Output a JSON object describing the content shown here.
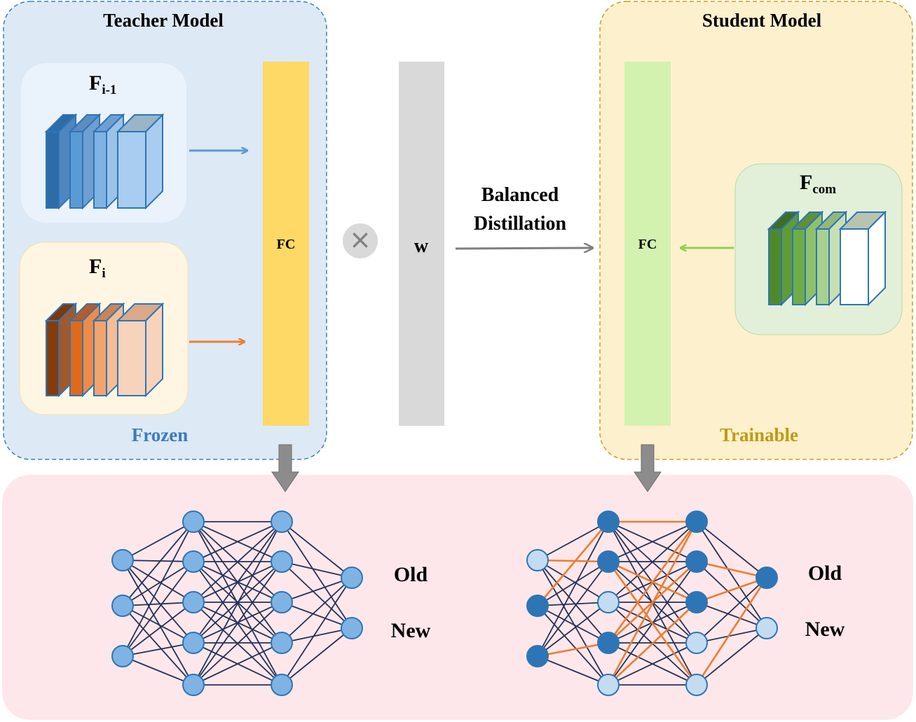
{
  "teacher": {
    "title": "Teacher Model",
    "status": "Frozen",
    "feature_prev": {
      "base": "F",
      "sub": "i-1"
    },
    "feature_cur": {
      "base": "F",
      "sub": "i"
    },
    "fc_label": "FC"
  },
  "student": {
    "title": "Student Model",
    "status": "Trainable",
    "feature_com": {
      "base": "F",
      "sub": "com"
    },
    "fc_label": "FC"
  },
  "multiply_symbol": "×",
  "weight_label": "w",
  "distill": {
    "line1": "Balanced",
    "line2": "Distillation"
  },
  "classifier_teacher": {
    "old": "Old",
    "new": "New"
  },
  "classifier_student": {
    "old": "Old",
    "new": "New"
  },
  "colors": {
    "teacher_bg": "#dde9f5",
    "teacher_border": "#3b7fc4",
    "student_bg": "#fdf0cc",
    "student_border": "#c8a020",
    "bottom_bg": "#fde7ea",
    "fc_teacher": "#ffd966",
    "fc_student": "#d3f2b0",
    "weight_bar": "#d9d9d9",
    "frozen_text": "#3a7cc2",
    "trainable_text": "#c09a12",
    "net_edge": "#25325a",
    "highlight_edge": "#ed7d31",
    "node_light": "#c3dcf2",
    "node_mid": "#7fb3e3",
    "node_dark": "#2e75b6"
  }
}
